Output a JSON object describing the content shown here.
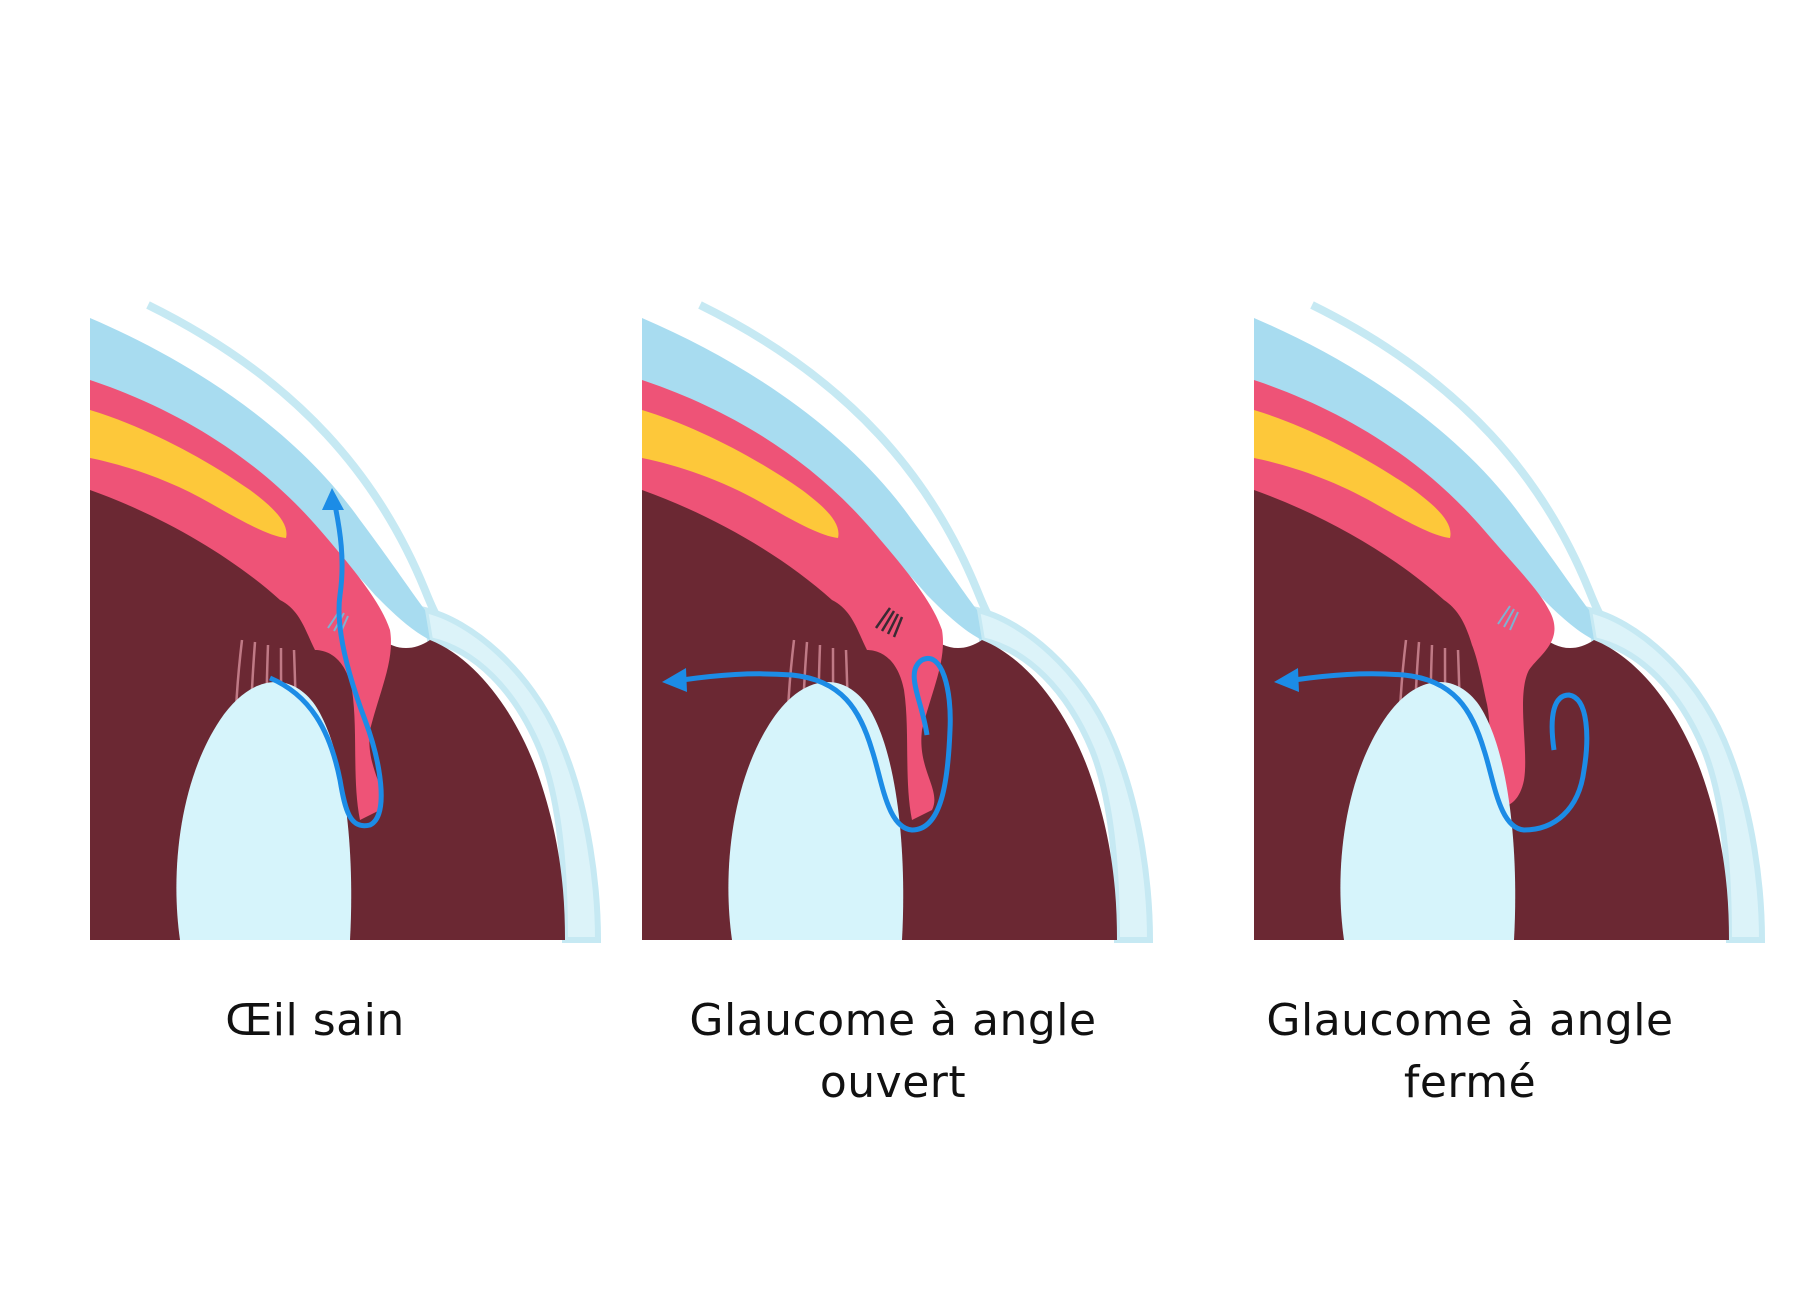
{
  "colors": {
    "background": "#ffffff",
    "sclera_outer": "#dcf3f9",
    "cornea": "#a8dcf0",
    "corneal_edge": "#c6e9f3",
    "ciliary_body": "#ee5377",
    "yellow_layer": "#fdc83a",
    "iris_chamber": "#6b2833",
    "lens": "#d6f4fb",
    "fluid_flow": "#1c8ce6",
    "zonule_fibers": "#c07a86",
    "trabecular_mesh": "#7fb2d2",
    "caption_text": "#111111"
  },
  "panels": [
    {
      "id": "healthy",
      "caption": [
        "Œil sain"
      ]
    },
    {
      "id": "open-angle",
      "caption": [
        "Glaucome à angle",
        "ouvert"
      ]
    },
    {
      "id": "closed-angle",
      "caption": [
        "Glaucome à angle",
        "fermé"
      ]
    }
  ]
}
